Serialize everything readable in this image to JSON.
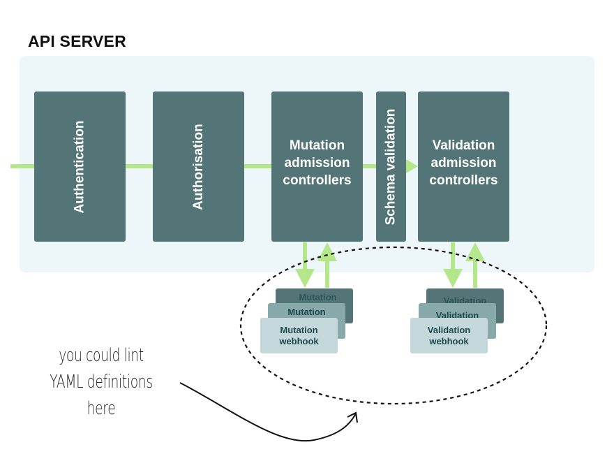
{
  "title": "API SERVER",
  "stages": {
    "authentication": "Authentication",
    "authorisation": "Authorisation",
    "mutation_line1": "Mutation",
    "mutation_line2": "admission",
    "mutation_line3": "controllers",
    "schema": "Schema validation",
    "validation_line1": "Validation",
    "validation_line2": "admission",
    "validation_line3": "controllers"
  },
  "webhooks": {
    "mutation": {
      "back": "Mutation",
      "middle": "Mutation",
      "front_line1": "Mutation",
      "front_line2": "webhook"
    },
    "validation": {
      "back": "Validation",
      "middle": "Validation",
      "front_line1": "Validation",
      "front_line2": "webhook"
    }
  },
  "annotation": {
    "line1": "you could lint",
    "line2": "YAML definitions",
    "line3": "here"
  },
  "colors": {
    "box": "#537577",
    "flow": "#b3e78a",
    "container": "#edf6f8"
  }
}
